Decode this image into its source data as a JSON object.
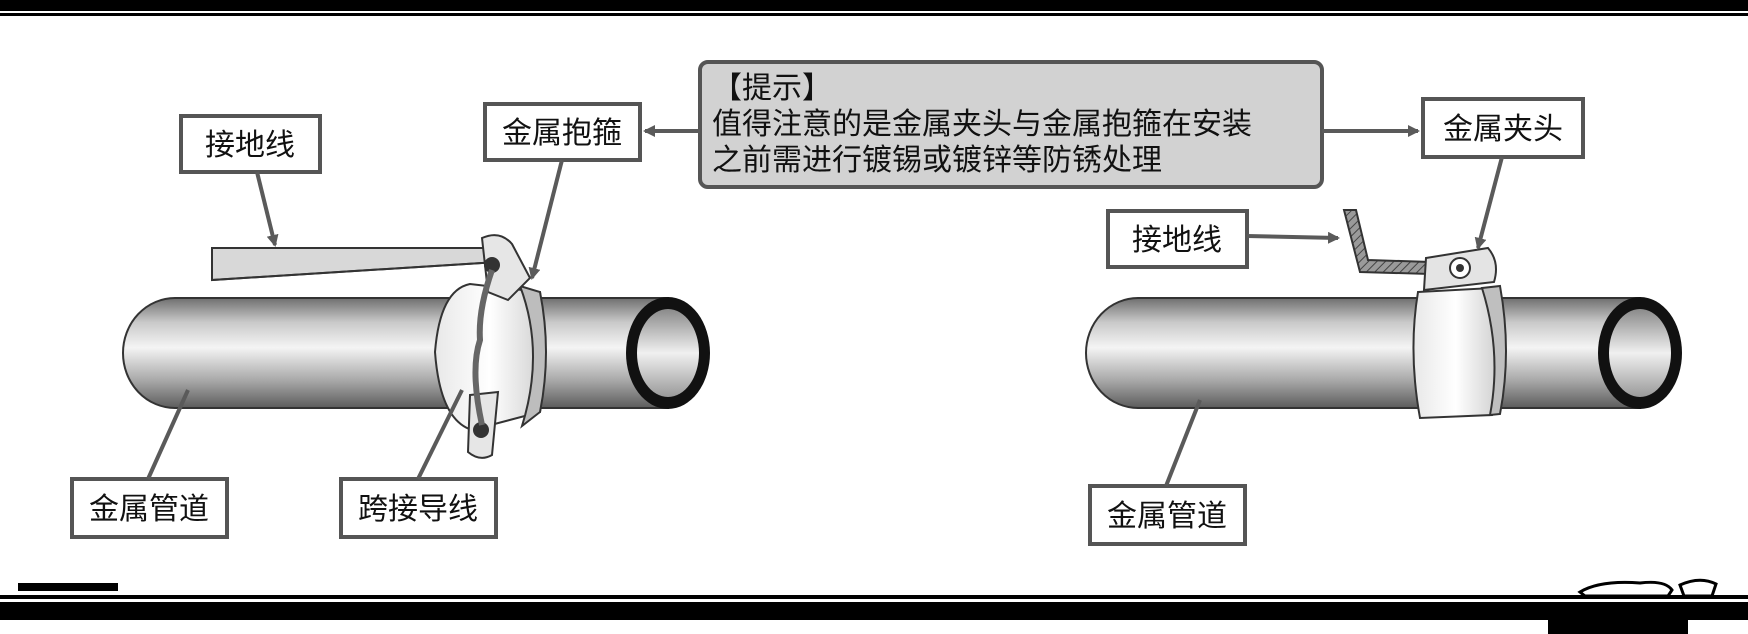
{
  "tip": {
    "title": "【提示】",
    "line1": "值得注意的是金属夹头与金属抱箍在安装",
    "line2": "之前需进行镀锡或镀锌等防锈处理"
  },
  "left": {
    "ground_wire": "接地线",
    "metal_hoop": "金属抱箍",
    "metal_pipe": "金属管道",
    "jumper_wire": "跨接导线"
  },
  "right": {
    "metal_clamp": "金属夹头",
    "ground_wire": "接地线",
    "metal_pipe": "金属管道"
  },
  "colors": {
    "frame": "#000000",
    "label_border": "#555555",
    "arrow": "#5a5a5a",
    "tip_fill": "#d2d2d2"
  }
}
